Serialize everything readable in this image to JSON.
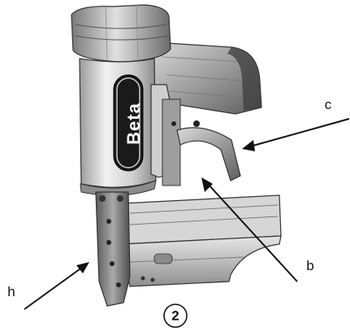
{
  "figure_number": "2",
  "brand_logo": "Beta",
  "callouts": [
    {
      "id": "c",
      "label": "c"
    },
    {
      "id": "b",
      "label": "b"
    },
    {
      "id": "h",
      "label": "h"
    }
  ],
  "colors": {
    "ink": "#111111",
    "metal_light": "#e9e9e9",
    "metal_mid": "#bdbdbd",
    "metal_dark": "#6f6f6f",
    "badge": "#1a1a1a"
  }
}
